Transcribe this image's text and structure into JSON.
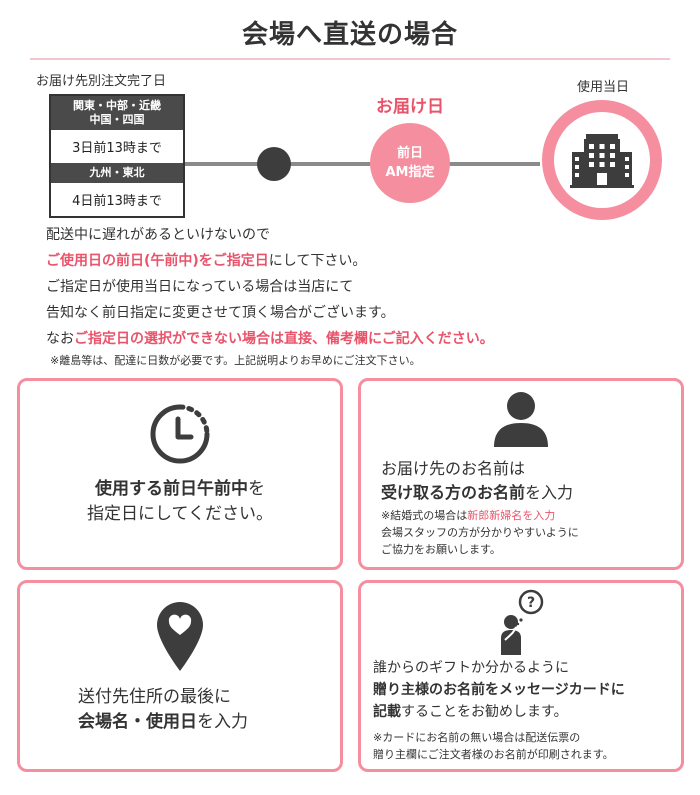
{
  "title": "会場へ直送の場合",
  "timeline": {
    "order_label": "お届け先別注文完了日",
    "regions": [
      {
        "name_line1": "関東・中部・近畿",
        "name_line2": "中国・四国",
        "deadline": "3日前13時まで"
      },
      {
        "name_line1": "九州・東北",
        "name_line2": "",
        "deadline": "4日前13時まで"
      }
    ],
    "delivery": {
      "label": "お届け日",
      "circle_line1": "前日",
      "circle_line2": "AM指定"
    },
    "use_day": {
      "label": "使用当日",
      "icon": "building-icon"
    }
  },
  "notes": {
    "line1": "配送中に遅れがあるといけないので",
    "line2_em": "ご使用日の前日(午前中)をご指定日",
    "line2_rest": "にして下さい。",
    "line3": "ご指定日が使用当日になっている場合は当店にて",
    "line4": "告知なく前日指定に変更させて頂く場合がございます。",
    "line5_pre": "なお",
    "line5_em": "ご指定日の選択ができない場合は直接、備考欄にご記入ください。",
    "line6": "※離島等は、配達に日数が必要です。上記説明よりお早めにご注文下さい。"
  },
  "cards": {
    "c1": {
      "icon": "clock-icon",
      "line1_bold": "使用する前日午前中",
      "line1_rest": "を",
      "line2": "指定日にしてください。"
    },
    "c2": {
      "icon": "person-icon",
      "line1": "お届け先のお名前は",
      "line2_bold": "受け取る方のお名前",
      "line2_rest": "を入力",
      "note1_pre": "※結婚式の場合は",
      "note1_em": "新郎新婦名を入力",
      "note2": "会場スタッフの方が分かりやすいように",
      "note3": "ご協力をお願いします。"
    },
    "c3": {
      "icon": "location-heart-icon",
      "line1": "送付先住所の最後に",
      "line2_bold": "会場名・使用日",
      "line2_rest": "を入力"
    },
    "c4": {
      "icon": "thinking-person-icon",
      "line1": "誰からのギフトか分かるように",
      "line2_bold": "贈り主様のお名前をメッセージカードに",
      "line3_bold": "記載",
      "line3_rest": "することをお勧めします。",
      "note1": "※カードにお名前の無い場合は配送伝票の",
      "note2": "贈り主欄にご注文者様のお名前が印刷されます。"
    }
  },
  "colors": {
    "accent": "#e9546b",
    "pink": "#f58fa0",
    "dark": "#3d3d3d"
  }
}
